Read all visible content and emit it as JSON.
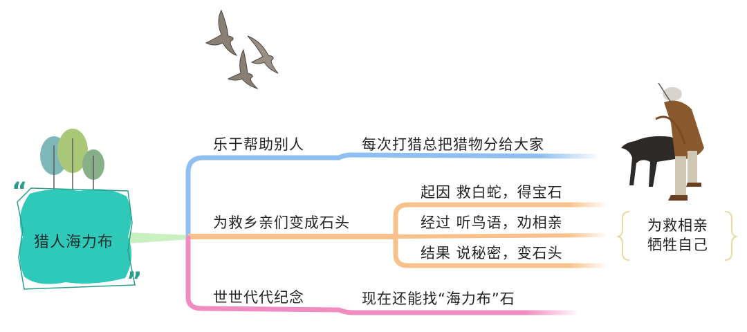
{
  "root": {
    "label": "猎人海力布",
    "open_quote": "“",
    "close_quote": "”",
    "color": "#2ec9b8"
  },
  "branches": [
    {
      "label": "乐于帮助别人",
      "color": "#8fbff0",
      "children": [
        {
          "label": "每次打猎总把猎物分给大家"
        }
      ]
    },
    {
      "label": "为救乡亲们变成石头",
      "color": "#f8c08a",
      "children": [
        {
          "label": "起因  救白蛇，得宝石"
        },
        {
          "label": "经过  听鸟语，劝相亲"
        },
        {
          "label": "结果  说秘密，变石头"
        }
      ]
    },
    {
      "label": "世世代代纪念",
      "color": "#f08cc0",
      "children": [
        {
          "label": "现在还能找“海力布”石"
        }
      ]
    }
  ],
  "summary": {
    "line1": "为救相亲",
    "line2": "牺牲自己",
    "brace_color": "#e8d9a0"
  },
  "decorations": {
    "birds": "flying-pigeons-illustration",
    "trees": "three-trees-illustration",
    "hunter": "hunter-with-bow-and-dog-illustration"
  },
  "colors": {
    "root_link": "#c8f0c0",
    "text": "#222222"
  }
}
